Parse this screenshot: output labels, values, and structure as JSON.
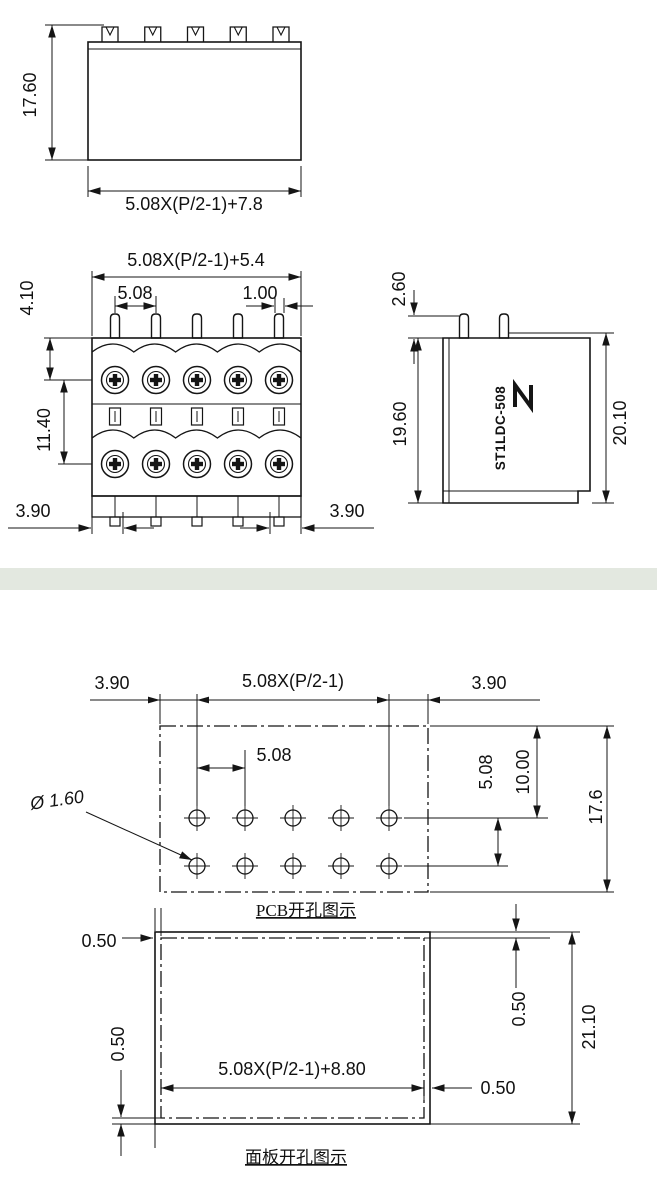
{
  "colors": {
    "separator_band": "#e3e8e0",
    "line_color": "#151515",
    "background": "#ffffff"
  },
  "drawing": {
    "top_view": {
      "height_dim": "17.60",
      "width_dim": "5.08X(P/2-1)+7.8"
    },
    "front_view": {
      "width_dim": "5.08X(P/2-1)+5.4",
      "pitch_dim": "5.08",
      "pin_width_dim": "1.00",
      "pin_offset_dim": "4.10",
      "row_spacing_dim": "11.40",
      "left_margin_dim": "3.90",
      "right_margin_dim": "3.90"
    },
    "side_view": {
      "pin_length_dim": "2.60",
      "body_height_dim": "19.60",
      "overall_height_dim": "20.10",
      "part_number": "ST1LDC-508"
    },
    "pcb_view": {
      "left_margin_dim": "3.90",
      "span_dim": "5.08X(P/2-1)",
      "right_margin_dim": "3.90",
      "pitch_dim": "5.08",
      "row_pitch_dim": "5.08",
      "top_offset_dim": "10.00",
      "height_dim": "17.6",
      "hole_diameter_dim": "Ø 1.60",
      "caption": "PCB开孔图示"
    },
    "panel_view": {
      "left_gap_dim": "0.50",
      "top_gap_dim": "0.50",
      "bottom_gap_dim": "0.50",
      "right_gap_dim": "0.50",
      "width_dim": "5.08X(P/2-1)+8.80",
      "height_dim": "21.10",
      "caption": "面板开孔图示"
    }
  }
}
